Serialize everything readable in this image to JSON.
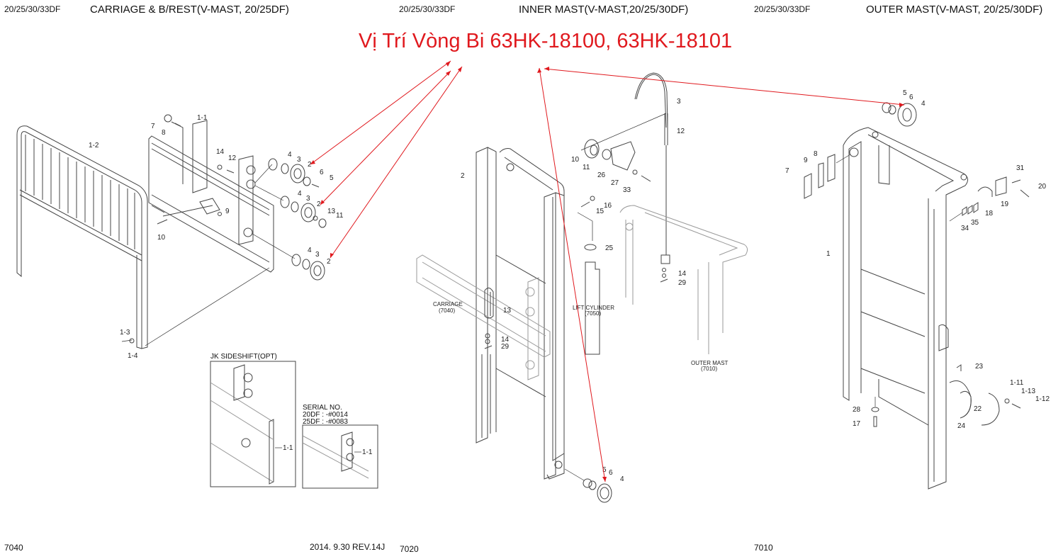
{
  "headers": {
    "left_model": "20/25/30/33DF",
    "left_title": "CARRIAGE & B/REST(V-MAST, 20/25DF)",
    "center_model": "20/25/30/33DF",
    "center_title": "INNER MAST(V-MAST,20/25/30DF)",
    "right_model": "20/25/30/33DF",
    "right_title": "OUTER MAST(V-MAST, 20/25/30DF)"
  },
  "annotation": {
    "title": "Vị Trí Vòng Bi 63HK-18100, 63HK-18101",
    "color": "#e0191e"
  },
  "left_panel": {
    "labels": [
      "1-2",
      "1-1",
      "7",
      "8",
      "14",
      "12",
      "4",
      "3",
      "2",
      "6",
      "5",
      "4",
      "3",
      "2",
      "13",
      "11",
      "9",
      "10",
      "4",
      "3",
      "2",
      "1-3",
      "1-4"
    ],
    "inset_1": {
      "title": "JK SIDESHIFT(OPT)",
      "label": "1-1"
    },
    "inset_2": {
      "serial_title": "SERIAL NO.",
      "serial_20df": "20DF : -#0014",
      "serial_25df": "25DF : -#0083",
      "label": "1-1"
    }
  },
  "center_panel": {
    "labels": [
      "3",
      "12",
      "10",
      "11",
      "26",
      "27",
      "33",
      "2",
      "16",
      "15",
      "25",
      "14",
      "29",
      "13",
      "14",
      "29",
      "5",
      "6",
      "4"
    ],
    "carriage": {
      "name": "CARRIAGE",
      "code": "(7040)"
    },
    "lift_cylinder": {
      "name": "LIFT CYLINDER",
      "code": "(7050)"
    },
    "outer_mast": {
      "name": "OUTER MAST",
      "code": "(7010)"
    }
  },
  "right_panel": {
    "labels": [
      "5",
      "6",
      "4",
      "8",
      "9",
      "7",
      "31",
      "20",
      "19",
      "18",
      "34",
      "35",
      "1",
      "23",
      "1-11",
      "1-13",
      "1-12",
      "22",
      "24",
      "28",
      "17"
    ]
  },
  "footer": {
    "left_page": "7040",
    "revision": "2014. 9.30  REV.14J",
    "center_page": "7020",
    "right_page": "7010"
  }
}
